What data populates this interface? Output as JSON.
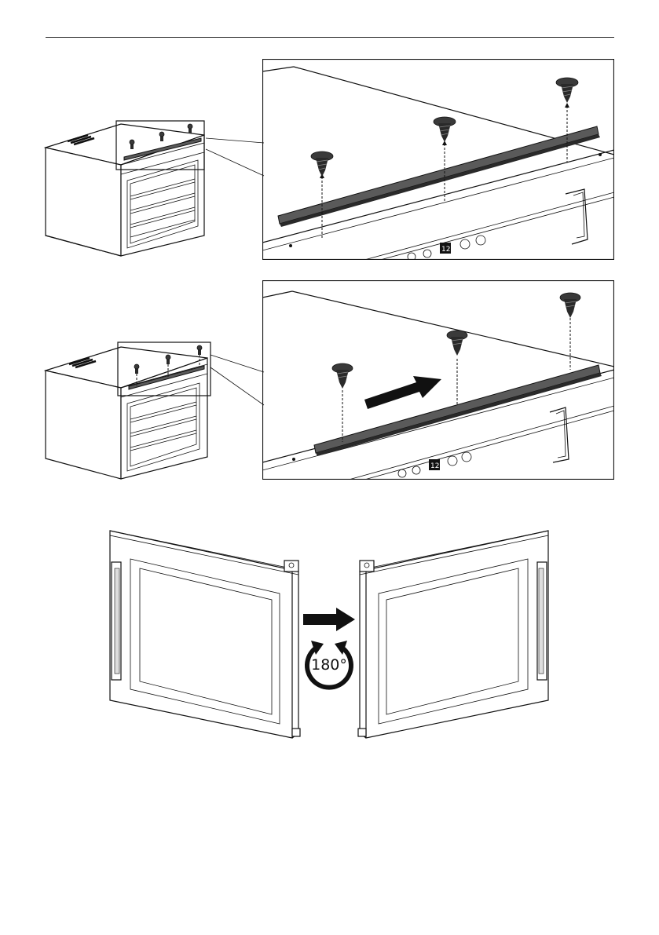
{
  "rotation_label": "180°",
  "panel1": {
    "display_value": "12"
  },
  "panel2": {
    "display_value": "12"
  },
  "icons": {
    "screw": "screw-icon",
    "arrow": "arrow-right-icon",
    "rotate": "rotate-180-icon"
  },
  "colors": {
    "ink": "#111111",
    "screw": "#3a3a3a",
    "rail": "#5a5a5a"
  }
}
